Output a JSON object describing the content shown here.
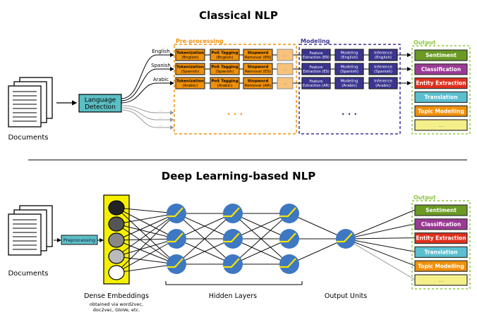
{
  "classical": {
    "title": "Classical NLP",
    "documents_label": "Documents",
    "language_detection": [
      "Language",
      "Detection"
    ],
    "languages": [
      "English",
      "Spanish",
      "Arabic"
    ],
    "extra_branch": "...",
    "preprocessing_label": "Pre-processing",
    "modeling_label": "Modeling",
    "output_label": "Output",
    "rows": [
      {
        "tok": [
          "Tokenization",
          "(English)"
        ],
        "pos": [
          "PoS Tagging",
          "(English)"
        ],
        "stop": [
          "Stopword",
          "Removal (EN)"
        ],
        "feat": [
          "Feature",
          "Extraction (EN)"
        ],
        "model": [
          "Modeling",
          "(English)"
        ],
        "inf": [
          "Inference",
          "(English)"
        ]
      },
      {
        "tok": [
          "Tokenization",
          "(Spanish)"
        ],
        "pos": [
          "PoS Tagging",
          "(Spanish)"
        ],
        "stop": [
          "Stopword",
          "Removal (ES)"
        ],
        "feat": [
          "Feature",
          "Extraction (ES)"
        ],
        "model": [
          "Modeling",
          "(Spanish)"
        ],
        "inf": [
          "Inference",
          "(Spanish)"
        ]
      },
      {
        "tok": [
          "Tokenization",
          "(Arabic)"
        ],
        "pos": [
          "PoS Tagging",
          "(Arabic)"
        ],
        "stop": [
          "Stopword",
          "Removal (AR)"
        ],
        "feat": [
          "Feature",
          "Extraction (AR)"
        ],
        "model": [
          "Modeling",
          "(Arabic)"
        ],
        "inf": [
          "Inference",
          "(Arabic)"
        ]
      }
    ],
    "ellipsis": "...",
    "big_ellipsis": "· · ·"
  },
  "outputs": [
    {
      "label": "Sentiment",
      "color": "#6a9a23"
    },
    {
      "label": "Classification",
      "color": "#9b3a94"
    },
    {
      "label": "Entity Extraction",
      "color": "#e0301e"
    },
    {
      "label": "Translation",
      "color": "#5bbfcf"
    },
    {
      "label": "Topic Modelling",
      "color": "#f0900a"
    },
    {
      "label": "...",
      "color": "#f5ef8a"
    }
  ],
  "deep": {
    "title": "Deep Learning-based NLP",
    "documents_label": "Documents",
    "preprocessing": "Preprocessing",
    "dense_embeddings": "Dense Embeddings",
    "embeddings_note": [
      "obtained via word2vec,",
      "doc2vec, GloVe, etc."
    ],
    "hidden_layers": "Hidden Layers",
    "output_units": "Output Units",
    "output_label": "Output",
    "embedding_shades": [
      "#222222",
      "#555555",
      "#888888",
      "#bbbbbb",
      "#ffffff"
    ]
  },
  "colors": {
    "preprocessing": "#f0900a",
    "modeling": "#3b3590",
    "language_detection": "#5bbfc4",
    "output_frame": "#8cc63f",
    "embedding_bg": "#f5f000",
    "neuron": "#3e78c2",
    "activation": "#f5e400"
  }
}
